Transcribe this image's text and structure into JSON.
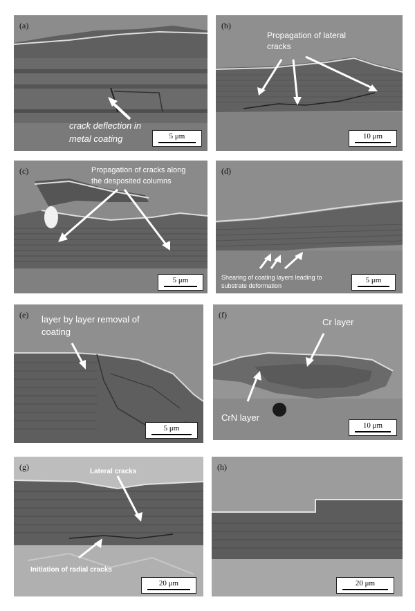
{
  "panels": [
    {
      "label": "(a)",
      "scale": "5 μm",
      "annotations": [
        "crack deflection in",
        "metal coating"
      ]
    },
    {
      "label": "(b)",
      "scale": "10 μm",
      "annotations": [
        "Propagation of lateral",
        "cracks"
      ]
    },
    {
      "label": "(c)",
      "scale": "5 μm",
      "annotations": [
        "Propagation of cracks along",
        "the desposited columns"
      ]
    },
    {
      "label": "(d)",
      "scale": "5 μm",
      "annotations": [
        "Shearing of coating layers leading to",
        "substrate deformation"
      ]
    },
    {
      "label": "(e)",
      "scale": "5 μm",
      "annotations": [
        "layer by layer removal of",
        "coating"
      ]
    },
    {
      "label": "(f)",
      "scale": "10 μm",
      "annotations": [
        "Cr layer",
        "CrN layer"
      ]
    },
    {
      "label": "(g)",
      "scale": "20 μm",
      "annotations": [
        "Lateral cracks",
        "Initiation of radial cracks"
      ]
    },
    {
      "label": "(h)",
      "scale": "20 μm",
      "annotations": []
    }
  ]
}
